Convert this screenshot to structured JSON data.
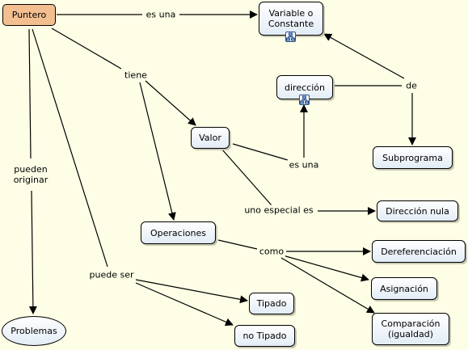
{
  "nodes": {
    "puntero": "Puntero",
    "variable": "Variable o Constante",
    "direccion": "dirección",
    "valor": "Valor",
    "subprograma": "Subprograma",
    "direccion_nula": "Dirección nula",
    "operaciones": "Operaciones",
    "dereferenciacion": "Dereferenciación",
    "asignacion": "Asignación",
    "comparacion": "Comparación (igualdad)",
    "tipado": "Tipado",
    "no_tipado": "no Tipado",
    "problemas": "Problemas"
  },
  "links": {
    "es_una_1": "es una",
    "tiene": "tiene",
    "de": "de",
    "es_una_2": "es una",
    "pueden_originar": "pueden originar",
    "uno_especial_es": "uno especial es",
    "como": "como",
    "puede_ser": "puede ser"
  },
  "icons": [
    "resource-icon",
    "resource-icon"
  ],
  "colors": {
    "background": "#fefee6",
    "root_fill": "#f4bf90",
    "node_fill": "#e2ecf6"
  }
}
